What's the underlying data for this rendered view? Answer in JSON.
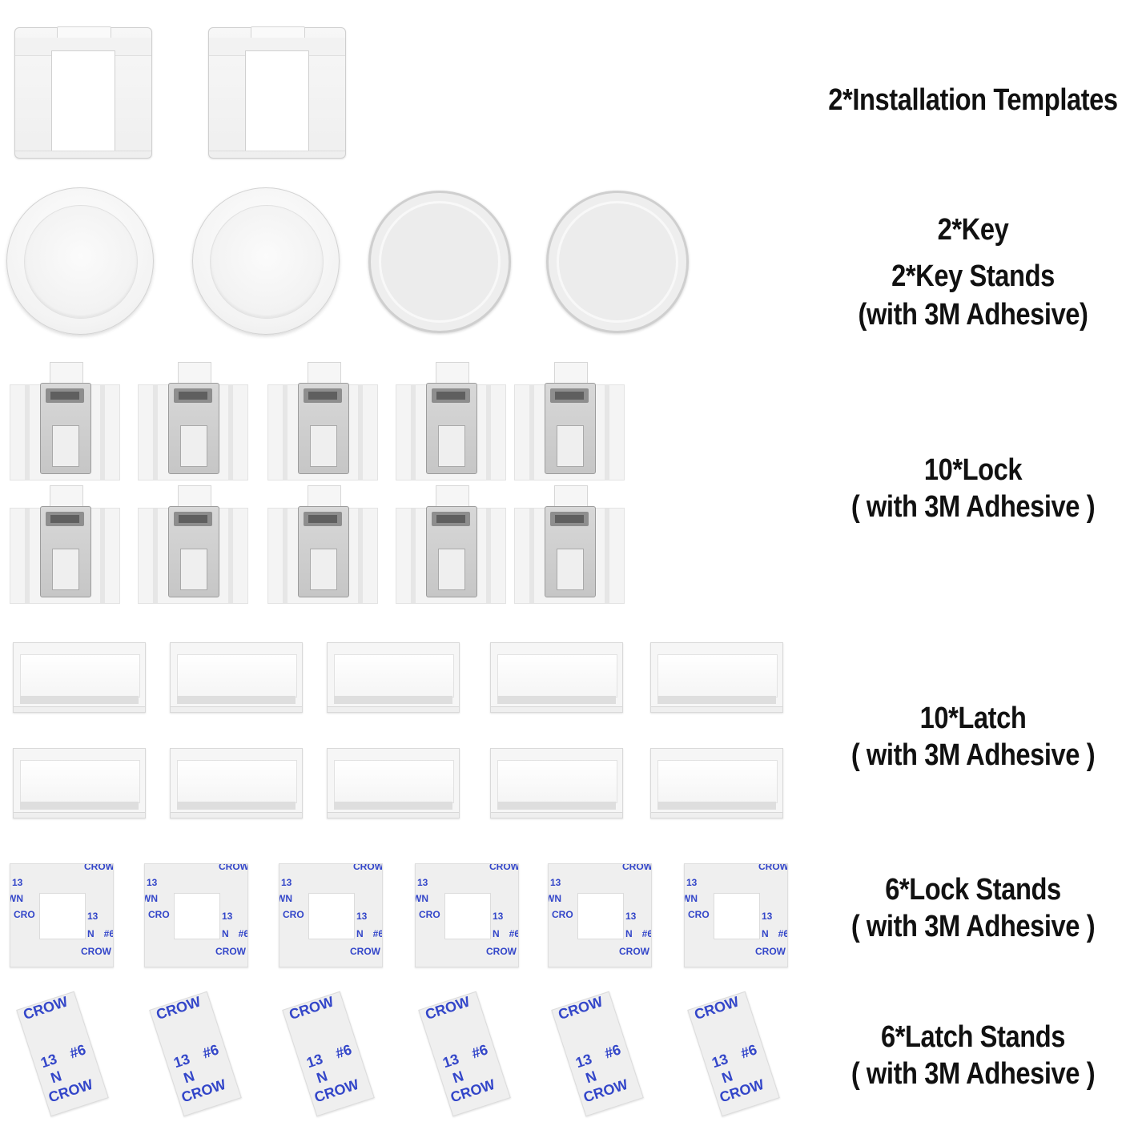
{
  "captions": {
    "templates": "2*Installation Templates",
    "key": "2*Key",
    "key_stands": "2*Key Stands",
    "key_stands_note": "(with 3M Adhesive)",
    "lock": "10*Lock",
    "lock_note": "( with 3M Adhesive )",
    "latch": "10*Latch",
    "latch_note": "( with 3M Adhesive )",
    "lock_stands": "6*Lock Stands",
    "lock_stands_note": "( with 3M Adhesive )",
    "latch_stands": "6*Latch Stands",
    "latch_stands_note": "( with 3M Adhesive )"
  },
  "adhesive_print": {
    "crown": "CROW",
    "n13": "13",
    "wn": "WN",
    "cro": "CRO",
    "hash": "#6",
    "n": "N"
  },
  "colors": {
    "adhesive_print": "#3346c9",
    "text": "#111111"
  }
}
